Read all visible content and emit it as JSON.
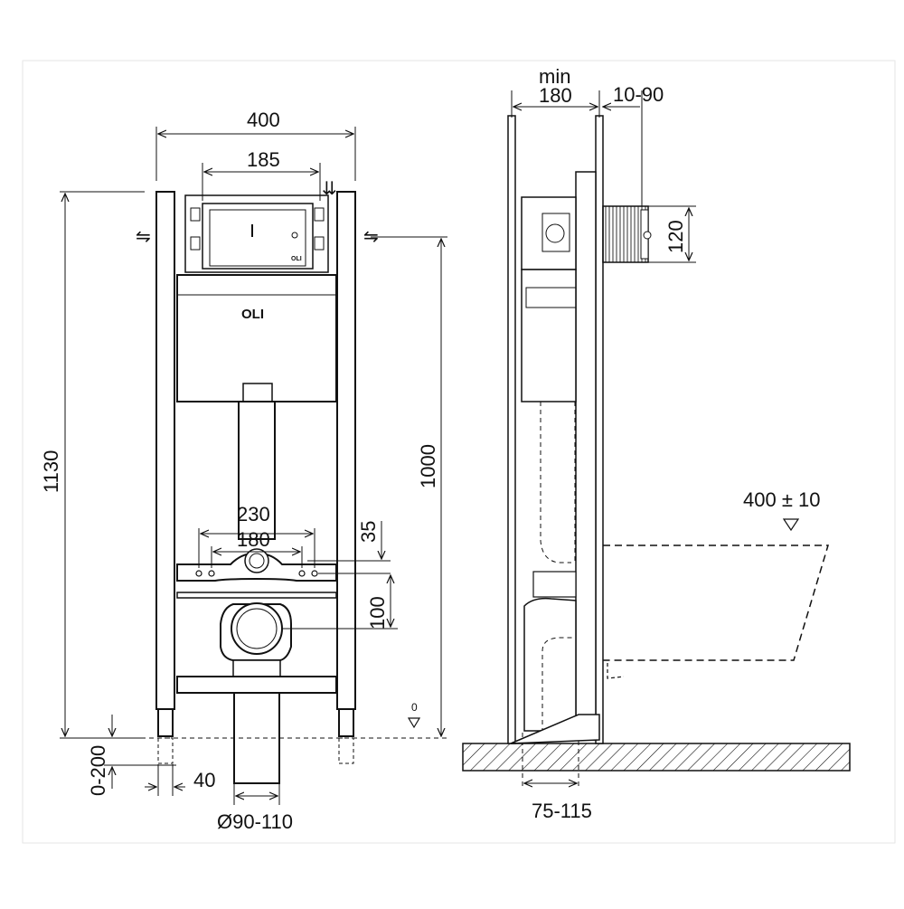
{
  "diagram": {
    "front_view": {
      "width": "400",
      "inner_width": "185",
      "height": "1130",
      "frame_height": "1000",
      "flush_spacing_outer": "230",
      "flush_spacing_inner": "180",
      "offset_top": "35",
      "offset_drain": "100",
      "leg_adjust": "0-200",
      "leg_width": "40",
      "drain_diameter": "Ø90-110",
      "floor_level": "0",
      "brand_logo": "OLI",
      "brand_logo_small": "OLI"
    },
    "side_view": {
      "min_label": "min",
      "depth": "180",
      "wall_gap": "10-90",
      "inlet_height": "120",
      "bowl_projection": "400 ± 10",
      "drain_offset": "75-115"
    }
  }
}
